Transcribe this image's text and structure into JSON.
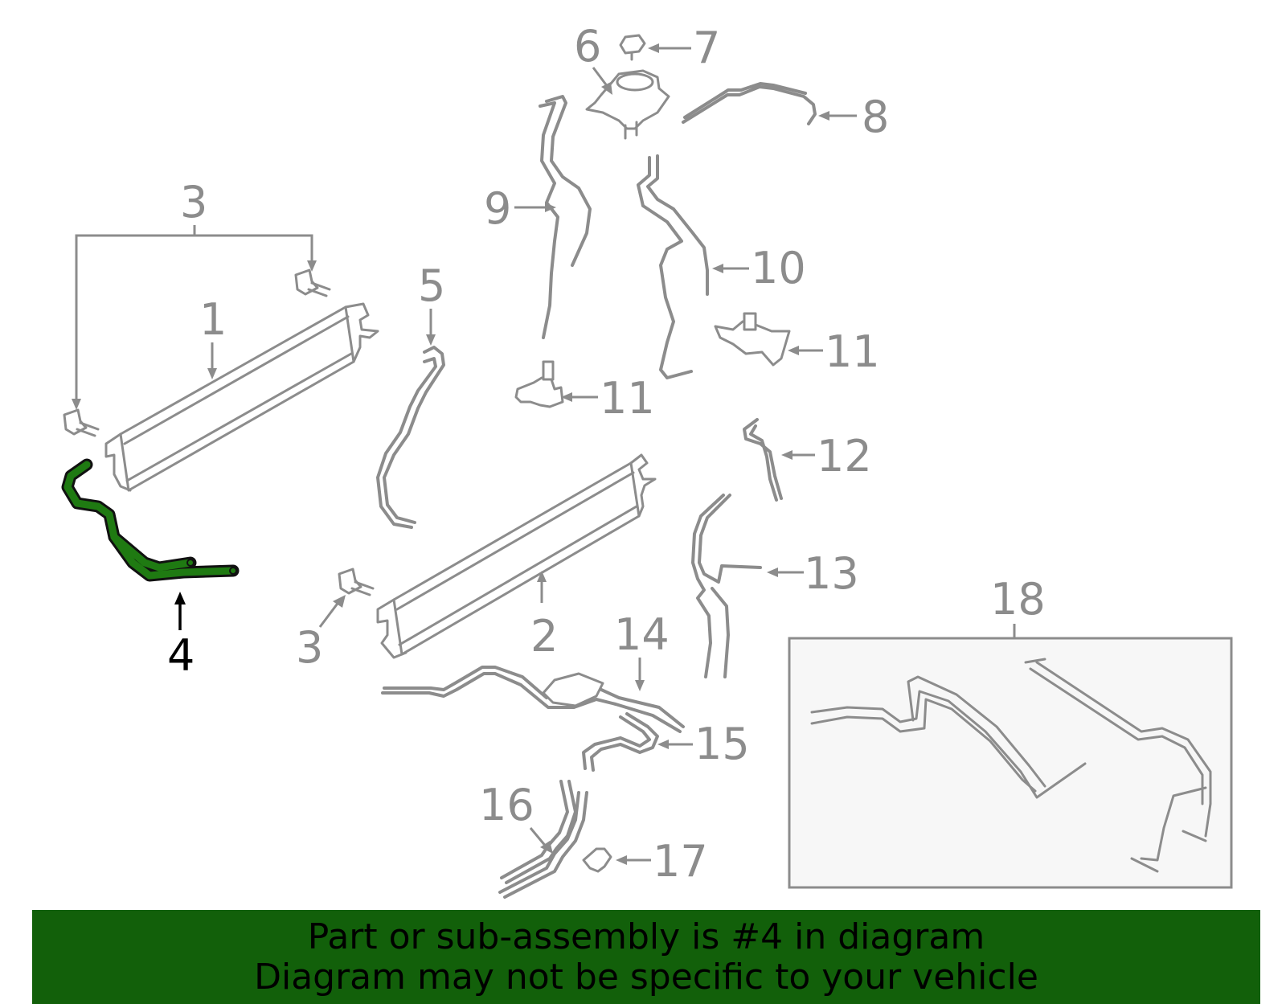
{
  "labels": {
    "p1": "1",
    "p2": "2",
    "p3_top": "3",
    "p3_bottom": "3",
    "p4": "4",
    "p5": "5",
    "p6": "6",
    "p7": "7",
    "p8": "8",
    "p9": "9",
    "p10": "10",
    "p11_left": "11",
    "p11_right": "11",
    "p12": "12",
    "p13": "13",
    "p14": "14",
    "p15": "15",
    "p16": "16",
    "p17": "17",
    "p18": "18"
  },
  "highlighted_part": "4",
  "colors": {
    "highlight_fill": "#1f7a12",
    "banner_background": "#12600a",
    "line_gray": "#8c8c8c"
  },
  "banner": {
    "line1": "Part or sub-assembly is #4 in diagram",
    "line2": "Diagram may not be specific to your vehicle"
  }
}
